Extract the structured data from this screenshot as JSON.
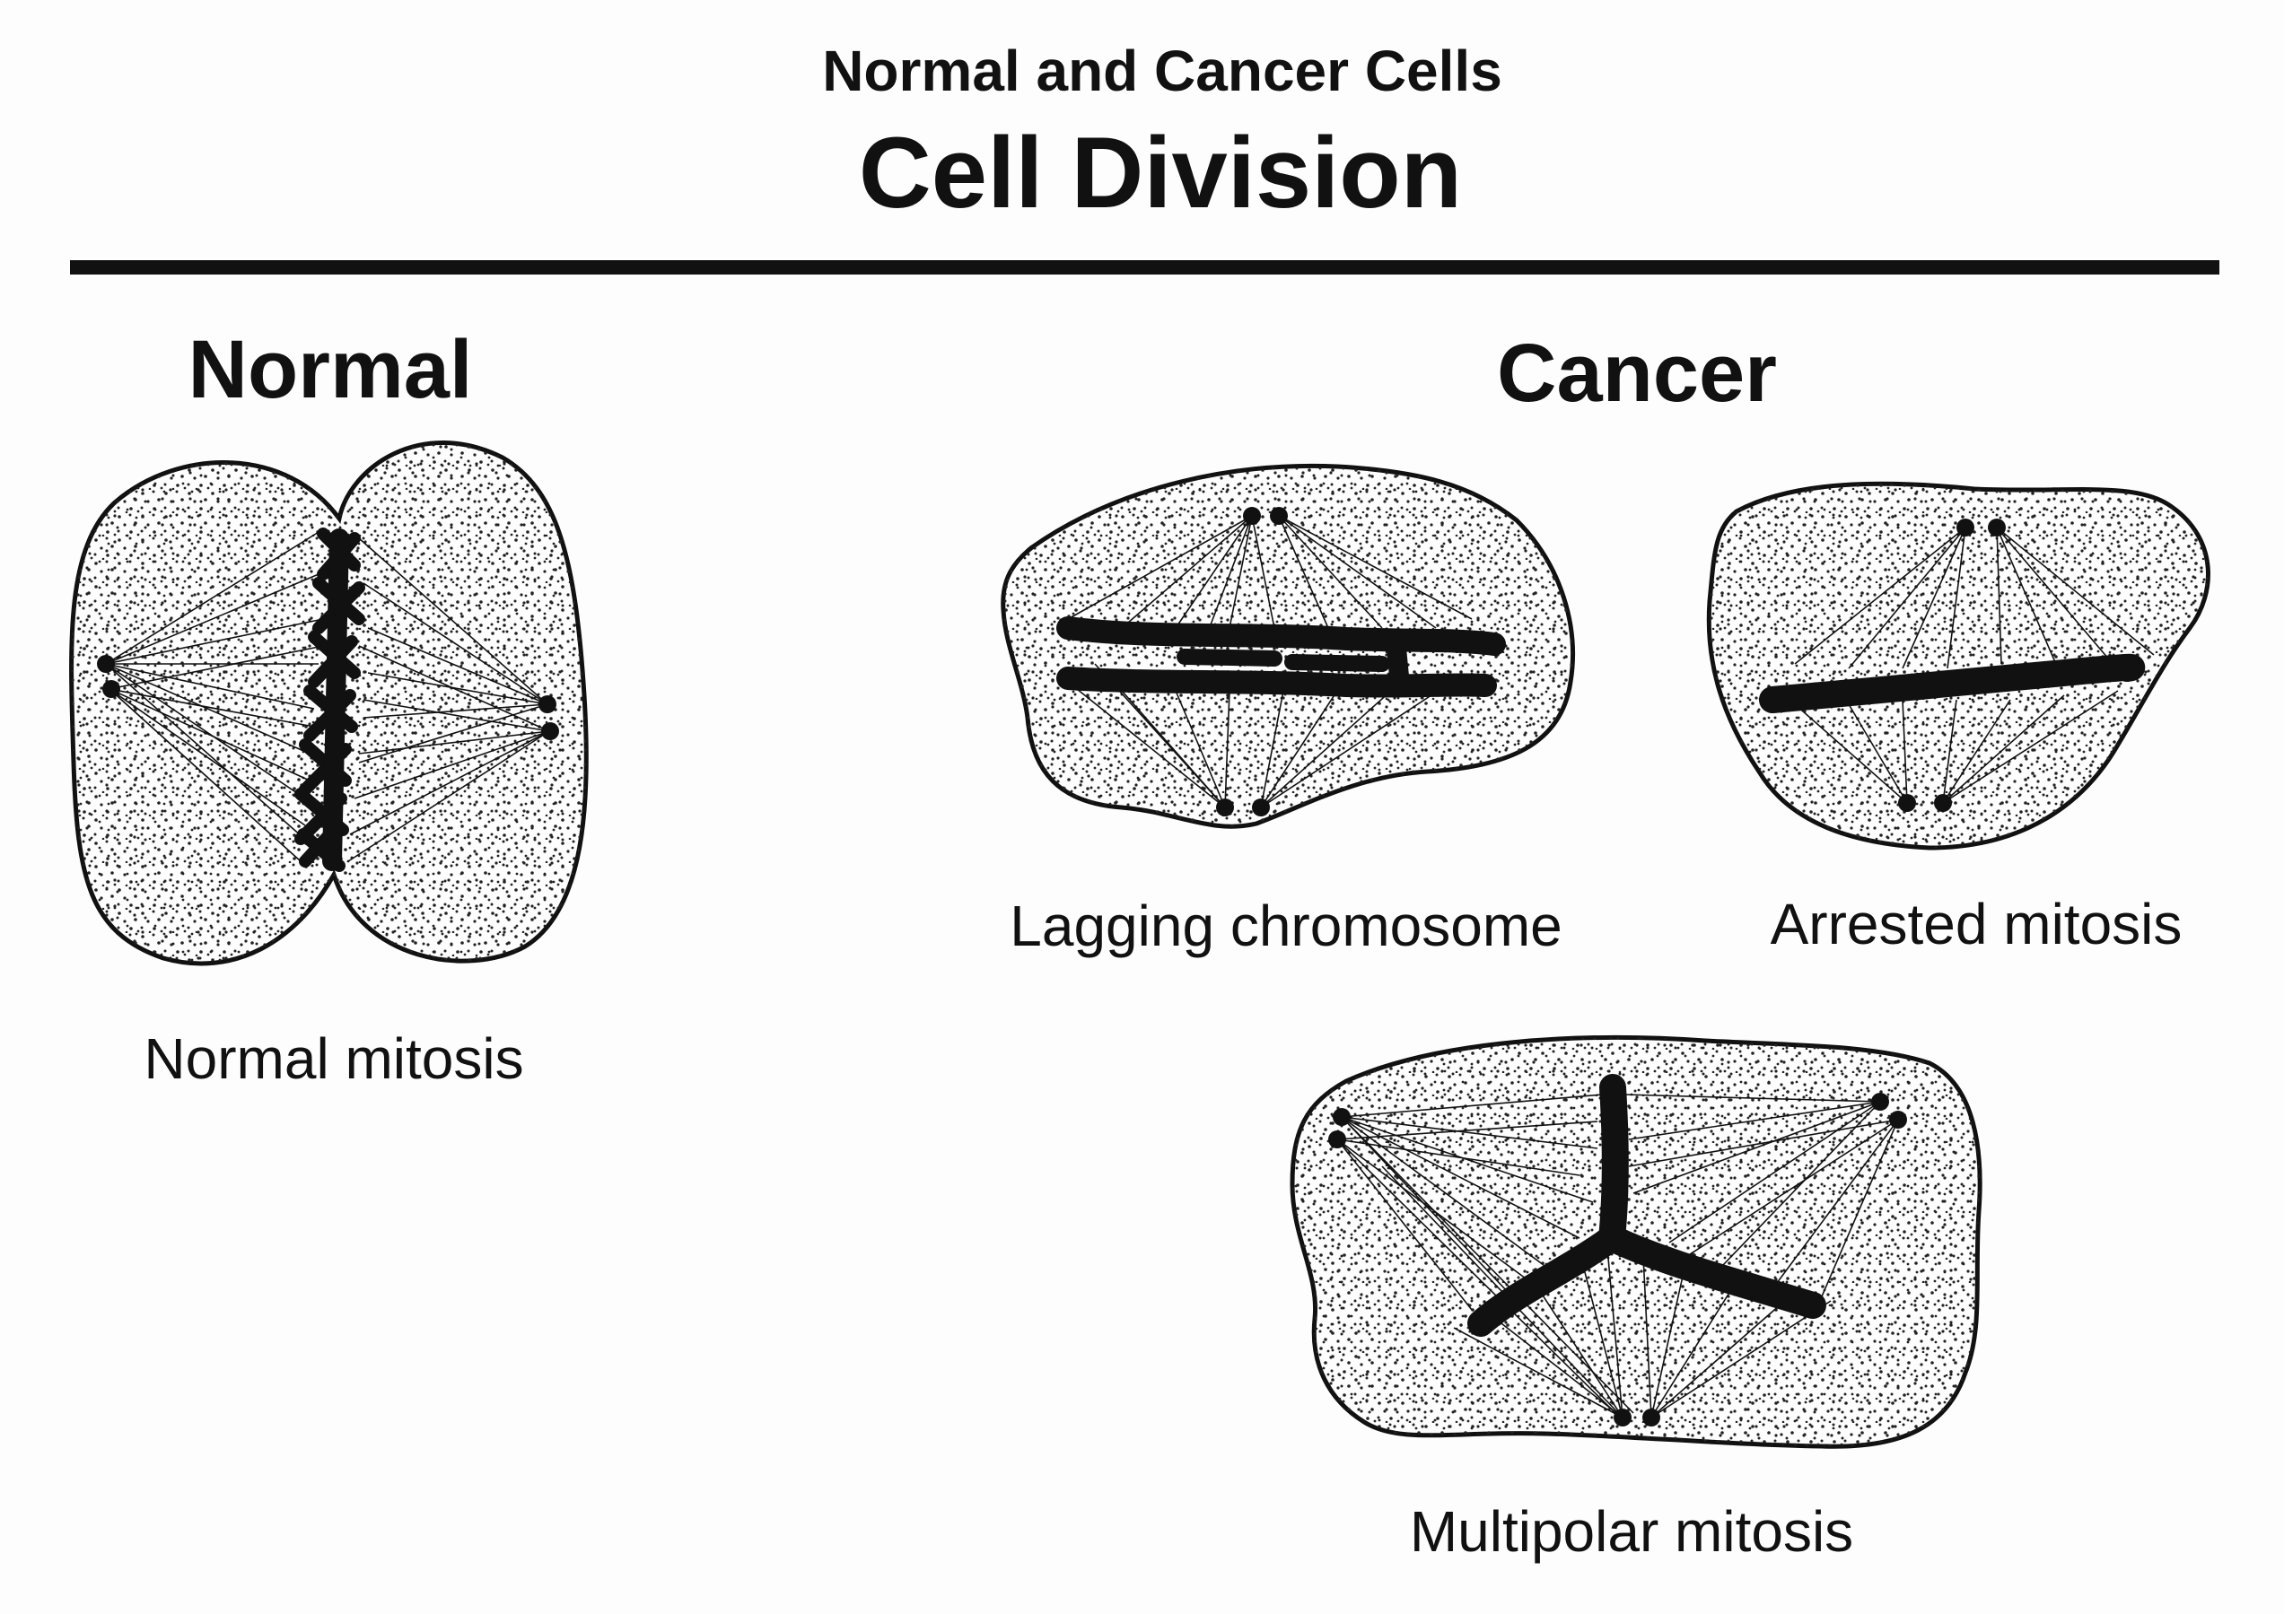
{
  "header": {
    "subtitle": "Normal and Cancer Cells",
    "title": "Cell Division"
  },
  "sections": {
    "normal": "Normal",
    "cancer": "Cancer"
  },
  "cells": {
    "normal_mitosis": "Normal mitosis",
    "lagging_chromosome": "Lagging chromosome",
    "arrested_mitosis": "Arrested mitosis",
    "multipolar_mitosis": "Multipolar mitosis"
  },
  "colors": {
    "ink": "#111111",
    "paper": "#fdfdfd"
  }
}
